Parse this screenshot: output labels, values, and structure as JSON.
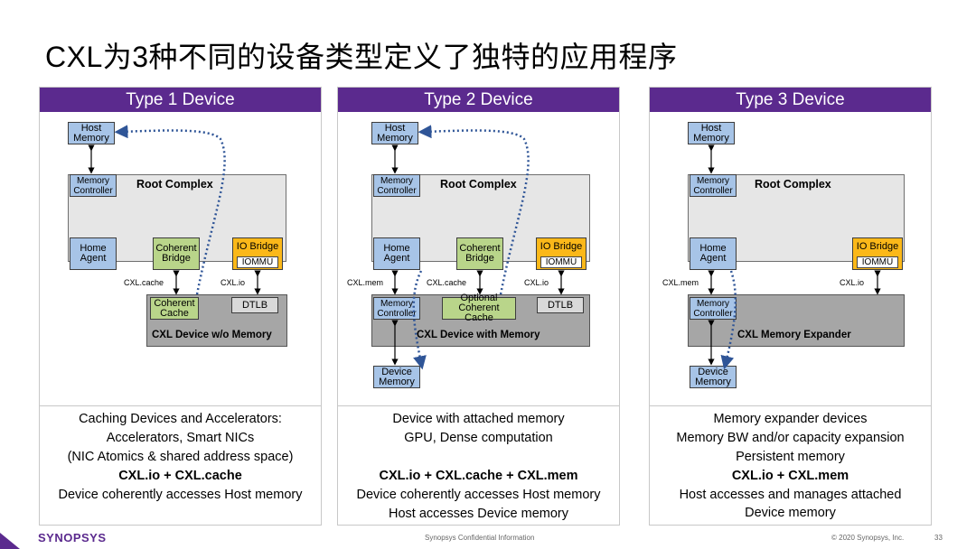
{
  "title": "CXL为3种不同的设备类型定义了独特的应用程序",
  "panels": [
    {
      "header": "Type 1 Device",
      "host_memory": "Host Memory",
      "memory_controller": "Memory Controller",
      "root_complex": "Root Complex",
      "home_agent": "Home Agent",
      "coherent_bridge": "Coherent Bridge",
      "io_bridge": "IO Bridge",
      "iommu": "IOMMU",
      "link_cache": "CXL.cache",
      "link_io": "CXL.io",
      "coherent_cache": "Coherent Cache",
      "dtlb": "DTLB",
      "device_label": "CXL Device w/o Memory",
      "desc": [
        "Caching Devices and Accelerators:",
        "Accelerators, Smart NICs",
        "(NIC Atomics & shared address space)",
        "CXL.io + CXL.cache",
        "Device coherently accesses Host memory"
      ]
    },
    {
      "header": "Type 2 Device",
      "host_memory": "Host Memory",
      "memory_controller": "Memory Controller",
      "root_complex": "Root Complex",
      "home_agent": "Home Agent",
      "coherent_bridge": "Coherent Bridge",
      "io_bridge": "IO Bridge",
      "iommu": "IOMMU",
      "link_mem": "CXL.mem",
      "link_cache": "CXL.cache",
      "link_io": "CXL.io",
      "dev_memory_controller": "Memory Controller",
      "optional_cache": "Optional Coherent Cache",
      "dtlb": "DTLB",
      "device_label": "CXL Device with Memory",
      "device_memory": "Device Memory",
      "desc": [
        "Device with attached memory",
        "GPU, Dense computation",
        "CXL.io + CXL.cache + CXL.mem",
        "Device coherently accesses Host memory",
        "Host accesses Device memory"
      ]
    },
    {
      "header": "Type 3 Device",
      "host_memory": "Host Memory",
      "memory_controller": "Memory Controller",
      "root_complex": "Root Complex",
      "home_agent": "Home Agent",
      "io_bridge": "IO Bridge",
      "iommu": "IOMMU",
      "link_mem": "CXL.mem",
      "link_io": "CXL.io",
      "dev_memory_controller": "Memory Controller",
      "device_label": "CXL Memory Expander",
      "device_memory": "Device Memory",
      "desc": [
        "Memory expander devices",
        "Memory BW and/or capacity expansion",
        "Persistent memory",
        "CXL.io + CXL.mem",
        "Host accesses and manages attached",
        "Device memory"
      ]
    }
  ],
  "footer": {
    "logo": "SYNOPSYS",
    "confidential": "Synopsys Confidential Information",
    "copyright": "© 2020 Synopsys, Inc.",
    "page": "33"
  },
  "colors": {
    "header_purple": "#5b2a8e",
    "blue_box": "#a7c4e7",
    "green_box": "#b9d58a",
    "orange_box": "#fbb819",
    "dotted_arrow": "#2f5597"
  }
}
